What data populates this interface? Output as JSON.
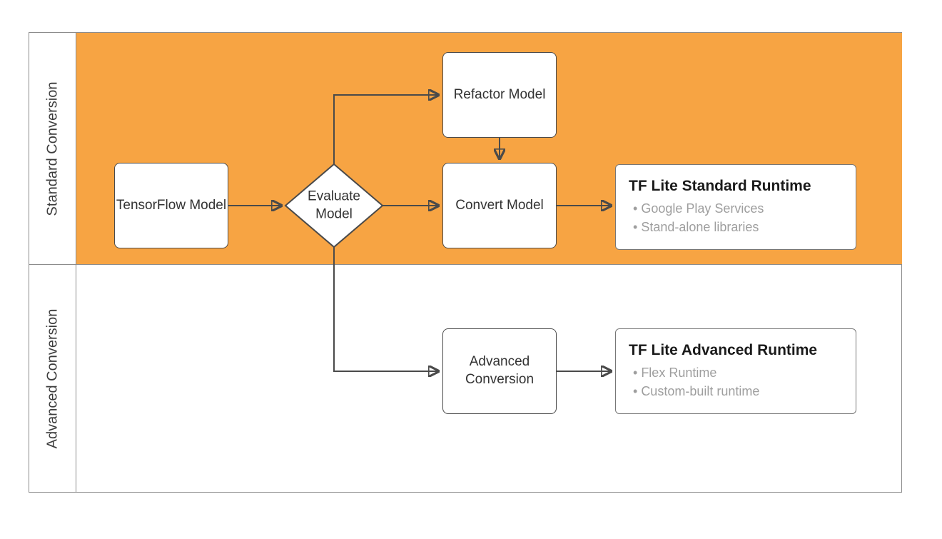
{
  "colors": {
    "standard_lane_fill": "#F7A443",
    "node_border": "#4A4A4A",
    "arrow": "#4A4A4A",
    "frame_border": "#8C8C8C",
    "bullet_text": "#9E9E9E"
  },
  "lanes": {
    "standard": {
      "label": "Standard Conversion"
    },
    "advanced": {
      "label": "Advanced Conversion"
    }
  },
  "nodes": {
    "tensorflow_model": {
      "label": "TensorFlow Model"
    },
    "evaluate_model": {
      "label": "Evaluate Model"
    },
    "refactor_model": {
      "label": "Refactor Model"
    },
    "convert_model": {
      "label": "Convert Model"
    },
    "advanced_conversion": {
      "label": "Advanced Conversion"
    },
    "standard_runtime": {
      "title": "TF Lite Standard Runtime",
      "bullets": [
        "Google Play Services",
        "Stand-alone libraries"
      ]
    },
    "advanced_runtime": {
      "title": "TF Lite Advanced Runtime",
      "bullets": [
        "Flex Runtime",
        "Custom-built runtime"
      ]
    }
  }
}
